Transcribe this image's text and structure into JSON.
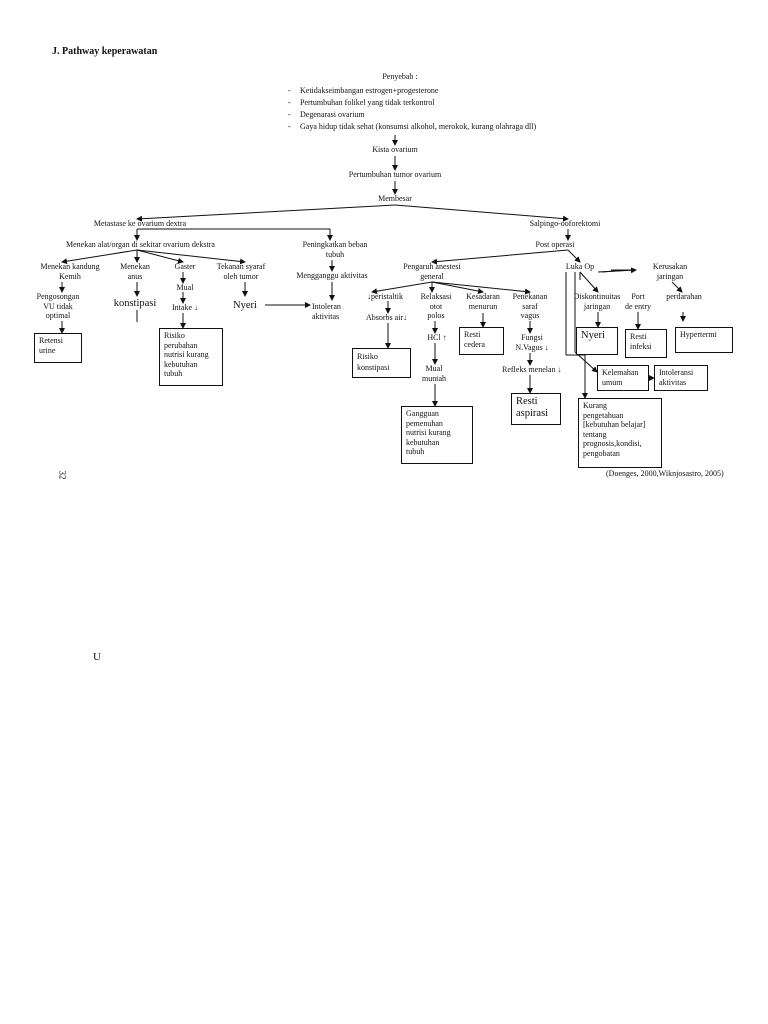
{
  "page": {
    "heading": "J.   Pathway keperawatan",
    "page_number": "32",
    "citation": "(Doenges, 2000,Wiknjosastro, 2005)",
    "stray_text": "U"
  },
  "causes": {
    "title": "Penyebab :",
    "items": [
      "Ketidakseimbangan estrogen+progesterone",
      "Pertumbuhan folikel yang tidak terkontrol",
      "Degenarasi ovarium",
      "Gaya hidup tidak sehat (konsumsi alkohol, merokok, kurang olahraga dll)"
    ]
  },
  "nodes": {
    "kista": "Kista ovarium",
    "pertumbuhan": "Pertumbuhan tumor ovarium",
    "membesar": "Membesar",
    "metastase": "Metastase ke ovarium dextra",
    "salpingo": "Salpingo-ooforektomi",
    "menekan_organ": "Menekan alat/organ di sekitar ovarium dekstra",
    "peningkatan": "Peningkatkan beban\ntubuh",
    "post_operasi": "Post operasi",
    "menekan_kandung": "Menekan kandung\nKemih",
    "menekan_anus": "Menekan\nanus",
    "gaster": "Gaster",
    "tekanan_syaraf": "Tekanan syaraf\noleh tumor",
    "mengganggu": "Mengganggu aktivitas",
    "pengaruh_anestesi": "Pengaruh anestesi\ngeneral",
    "luka_op": "Luka Op",
    "kerusakan": "Kerusakan\njaringan",
    "pengosongan": "Pengosongan\nVU tidak\noptimal",
    "konstipasi": "konstipasi",
    "mual": "Mual",
    "intake": "Intake ↓",
    "nyeri_1": "Nyeri",
    "intoleran_1": "Intoleran\naktivitas",
    "peristaltik": "↓peristaltik",
    "relaksasi": "Relaksasi\notot\npolos",
    "kesadaran": "Kesadaran\nmenurun",
    "penekanan": "Penekanan\nsaraf\nvagus",
    "diskontinuitas": "Diskontinuitas\njaringan",
    "port_entry": "Port\nde entry",
    "perdarahan": "perdarahan",
    "absorbs": "Absorbs air↓",
    "hcl": "HCl ↑",
    "fungsi_vagus": "Fungsi\nN.Vagus ↓",
    "mual_muntah": "Mual\nmuntah",
    "refleks": "Refleks menelan ↓"
  },
  "diagnoses": {
    "retensi": "Retensi\nurine",
    "risiko_nutrisi": "Risiko\nperubahan\nnutrisi kurang\nkebutuhan\ntubuh",
    "risiko_konstipasi": "Risiko\nkonstipasi",
    "resti_cedera": "Resti\ncedera",
    "nyeri_2": "Nyeri",
    "resti_infeksi": "Resti\ninfeksi",
    "hypertermi": "Hypertermi",
    "kelemahan": "Kelemahan\numum",
    "intoleransi_2": "Intoleransi\naktivitas",
    "gangguan_nutrisi": "Gangguan\npemenuhan\nnutrisi kurang\nkebutuhan\ntubuh",
    "resti_aspirasi": "Resti\naspirasi",
    "kurang_pengetahuan": "Kurang\npengetahuan\n[kebutuhan belajar]\ntentang\nprognosis,kondisi,\npengobatan"
  }
}
